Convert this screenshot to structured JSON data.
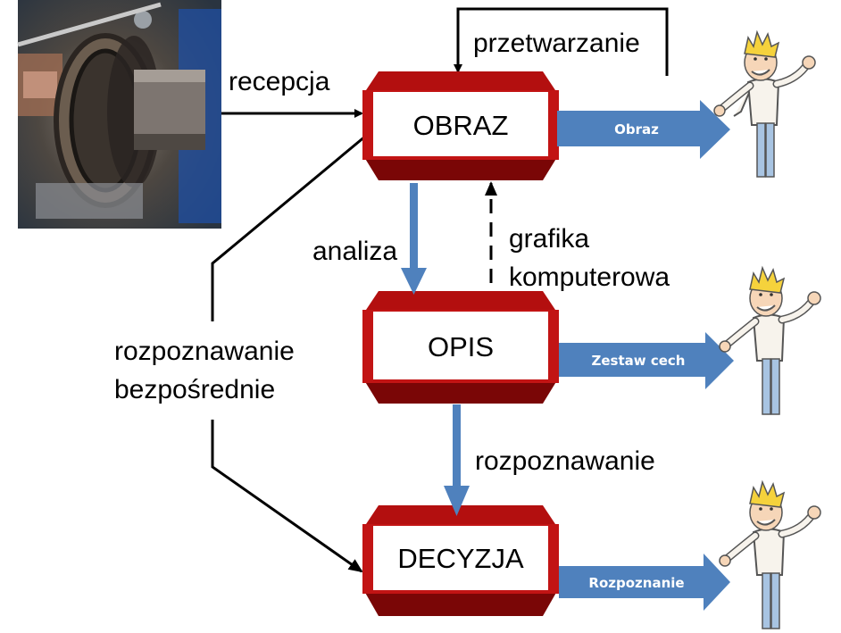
{
  "boxes": {
    "obraz": "OBRAZ",
    "opis": "OPIS",
    "decyzja": "DECYZJA"
  },
  "edge_labels": {
    "recepcja": "recepcja",
    "przetwarzanie": "przetwarzanie",
    "analiza": "analiza",
    "grafika_line1": "grafika",
    "grafika_line2": "komputerowa",
    "rozpoznawanie": "rozpoznawanie",
    "bezposrednie_line1": "rozpoznawanie",
    "bezposrednie_line2": "bezpośrednie"
  },
  "output_arrows": {
    "obraz": "Obraz",
    "cechy": "Zestaw cech",
    "rozpoznanie": "Rozpoznanie"
  },
  "colors": {
    "box_red": "#b30f0f",
    "box_dark": "#7a0606",
    "box_light": "#d23030",
    "arrow_blue": "#4f81bd",
    "line_black": "#000000"
  },
  "icons": {
    "photo": "bearing-photo",
    "person": "person-waving-icon"
  }
}
